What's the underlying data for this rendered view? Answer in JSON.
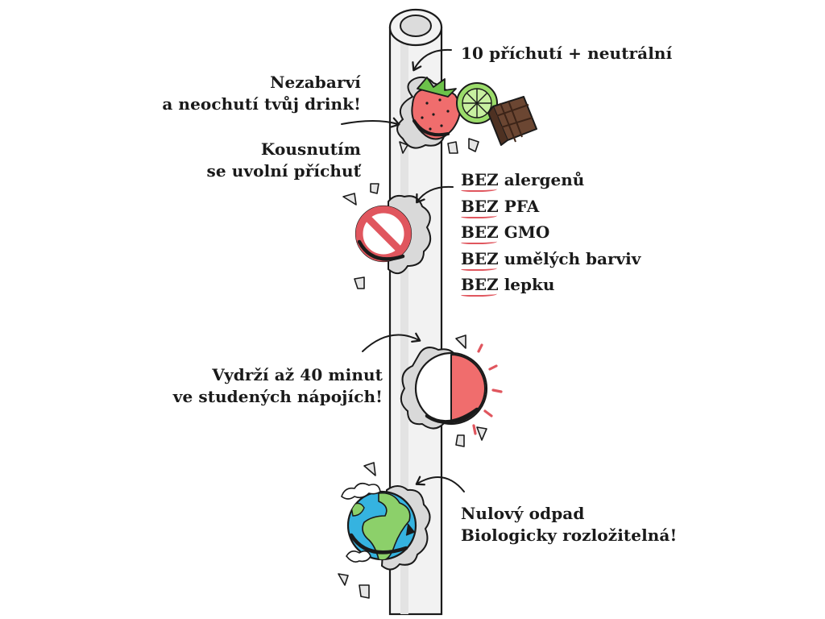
{
  "colors": {
    "straw_fill": "#f2f2f2",
    "straw_inner": "#dcdcdc",
    "outline": "#1a1a1a",
    "accent_red": "#e0565e",
    "strawberry": "#f06d6d",
    "lime": "#9bdc6a",
    "chocolate": "#6b4632",
    "ocean": "#35b3e0",
    "land": "#8cd06a"
  },
  "labels": {
    "flavors": "10 příchutí + neutrální",
    "no_color_line1": "Nezabarví",
    "no_color_line2": "a neochutí tvůj drink!",
    "bite_line1": "Kousnutím",
    "bite_line2": "se uvolní příchuť",
    "lasts_line1": "Vydrží až 40 minut",
    "lasts_line2": "ve studených nápojích!",
    "eco_line1": "Nulový odpad",
    "eco_line2": "Biologicky rozložitelná!"
  },
  "bez_items": [
    {
      "prefix": "BEZ",
      "text": " alergenů"
    },
    {
      "prefix": "BEZ",
      "text": " PFA"
    },
    {
      "prefix": "BEZ",
      "text": " GMO"
    },
    {
      "prefix": "BEZ",
      "text": " umělých barviv"
    },
    {
      "prefix": "BEZ",
      "text": " lepku"
    }
  ],
  "icons": [
    {
      "name": "strawberry-icon"
    },
    {
      "name": "lime-icon"
    },
    {
      "name": "chocolate-icon"
    },
    {
      "name": "prohibited-icon"
    },
    {
      "name": "timer-icon"
    },
    {
      "name": "globe-icon"
    }
  ]
}
